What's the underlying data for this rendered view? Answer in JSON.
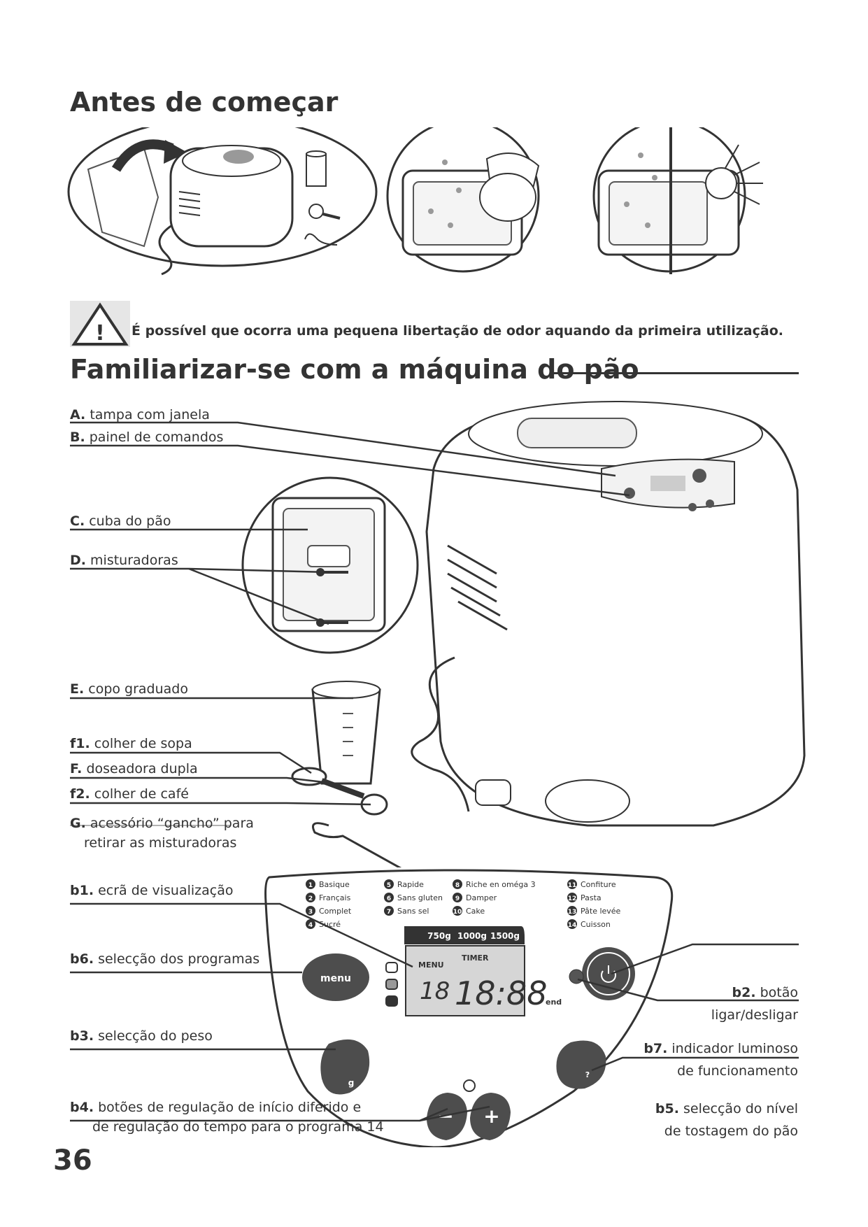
{
  "headings": {
    "before": "Antes de começar",
    "familiarize": "Familiarizar-se com a máquina do pão"
  },
  "warning": {
    "icon": "warning-triangle-icon",
    "text": "É possível que ocorra uma pequena libertação de odor aquando da primeira utilização."
  },
  "parts": [
    {
      "key": "A.",
      "text": "tampa com janela"
    },
    {
      "key": "B.",
      "text": "painel de comandos"
    },
    {
      "key": "C.",
      "text": "cuba do pão"
    },
    {
      "key": "D.",
      "text": "misturadoras"
    },
    {
      "key": "E.",
      "text": "copo graduado"
    },
    {
      "key": "f1.",
      "text": "colher de sopa"
    },
    {
      "key": "F.",
      "text": "doseadora dupla"
    },
    {
      "key": "f2.",
      "text": "colher de café"
    },
    {
      "key": "G.",
      "text": "acessório “gancho” para",
      "text2": "retirar as misturadoras"
    }
  ],
  "panel_labels": {
    "b1": {
      "key": "b1.",
      "text": "ecrã de visualização"
    },
    "b6": {
      "key": "b6.",
      "text": "selecção dos programas"
    },
    "b3": {
      "key": "b3.",
      "text": "selecção do peso"
    },
    "b4": {
      "key": "b4.",
      "text": "botões de regulação de início diferido e",
      "text2": "de regulação do tempo para o programa 14"
    },
    "b2": {
      "key": "b2.",
      "text": "botão",
      "text2": "ligar/desligar"
    },
    "b7": {
      "key": "b7.",
      "text": "indicador luminoso",
      "text2": "de funcionamento"
    },
    "b5": {
      "key": "b5.",
      "text": "selecção do nível",
      "text2": "de tostagem do pão"
    }
  },
  "control_panel": {
    "programs": [
      {
        "num": "1",
        "name": "Basique"
      },
      {
        "num": "2",
        "name": "Français"
      },
      {
        "num": "3",
        "name": "Complet"
      },
      {
        "num": "4",
        "name": "Sucré"
      },
      {
        "num": "5",
        "name": "Rapide"
      },
      {
        "num": "6",
        "name": "Sans gluten"
      },
      {
        "num": "7",
        "name": "Sans sel"
      },
      {
        "num": "8",
        "name": "Riche en oméga 3"
      },
      {
        "num": "9",
        "name": "Damper"
      },
      {
        "num": "10",
        "name": "Cake"
      },
      {
        "num": "11",
        "name": "Confiture"
      },
      {
        "num": "12",
        "name": "Pasta"
      },
      {
        "num": "13",
        "name": "Pâte levée"
      },
      {
        "num": "14",
        "name": "Cuisson"
      }
    ],
    "weights": [
      "750g",
      "1000g",
      "1500g"
    ],
    "menu_button": "menu",
    "display": {
      "menu": "MENU",
      "timer": "TIMER",
      "program": "18",
      "time": "18:88",
      "end": "end"
    },
    "weight_button_label": "g",
    "crust_button_label": "?",
    "minus": "−",
    "plus": "+"
  },
  "page_number": "36",
  "colors": {
    "text": "#333333",
    "button_dark": "#4d4d4d",
    "lcd": "#d6d6d6",
    "line": "#333333"
  }
}
